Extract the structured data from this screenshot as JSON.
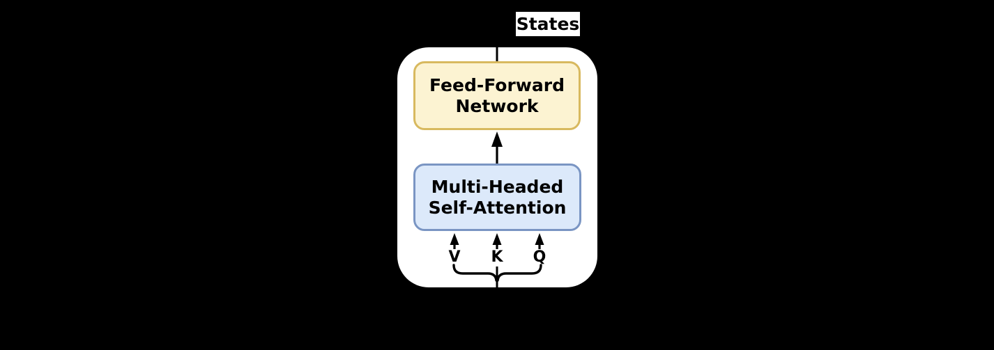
{
  "page": {
    "background_color": "#000000",
    "container_color": "#ffffff"
  },
  "diagram": {
    "states_label": "States",
    "ffn": {
      "line1": "Feed-Forward",
      "line2": "Network",
      "fill_color": "#FCF3D2",
      "border_color": "#D8B95F"
    },
    "attention": {
      "line1": "Multi-Headed",
      "line2": "Self-Attention",
      "fill_color": "#DCE9FA",
      "border_color": "#7A95C3"
    },
    "inputs": [
      {
        "label": "V"
      },
      {
        "label": "K"
      },
      {
        "label": "Q"
      }
    ],
    "connector_color": "#000000"
  }
}
